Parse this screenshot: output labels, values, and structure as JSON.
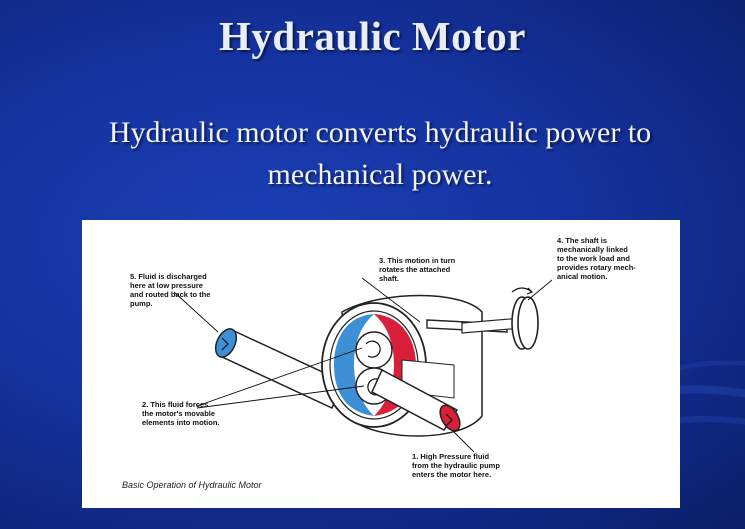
{
  "slide": {
    "title": "Hydraulic Motor",
    "subtitle_line1": "Hydraulic motor converts hydraulic power to",
    "subtitle_line2": "mechanical power."
  },
  "diagram": {
    "caption": "Basic Operation of Hydraulic Motor",
    "annotations": {
      "step1": [
        "1.  High Pressure fluid",
        "from the hydraulic pump",
        "enters the motor here."
      ],
      "step2": [
        "2. This fluid forces",
        "the motor's movable",
        "elements into motion."
      ],
      "step3": [
        "3. This motion in turn",
        "rotates the attached",
        "shaft."
      ],
      "step4": [
        "4. The shaft is",
        "mechanically linked",
        "to the work load and",
        "provides rotary mech-",
        "anical motion."
      ],
      "step5": [
        "5. Fluid is discharged",
        "here at low pressure",
        "and routed back to the",
        "pump."
      ]
    },
    "colors": {
      "high_pressure": "#d8203a",
      "low_pressure": "#3d8fd6",
      "background_blue": "#1533a0"
    }
  }
}
